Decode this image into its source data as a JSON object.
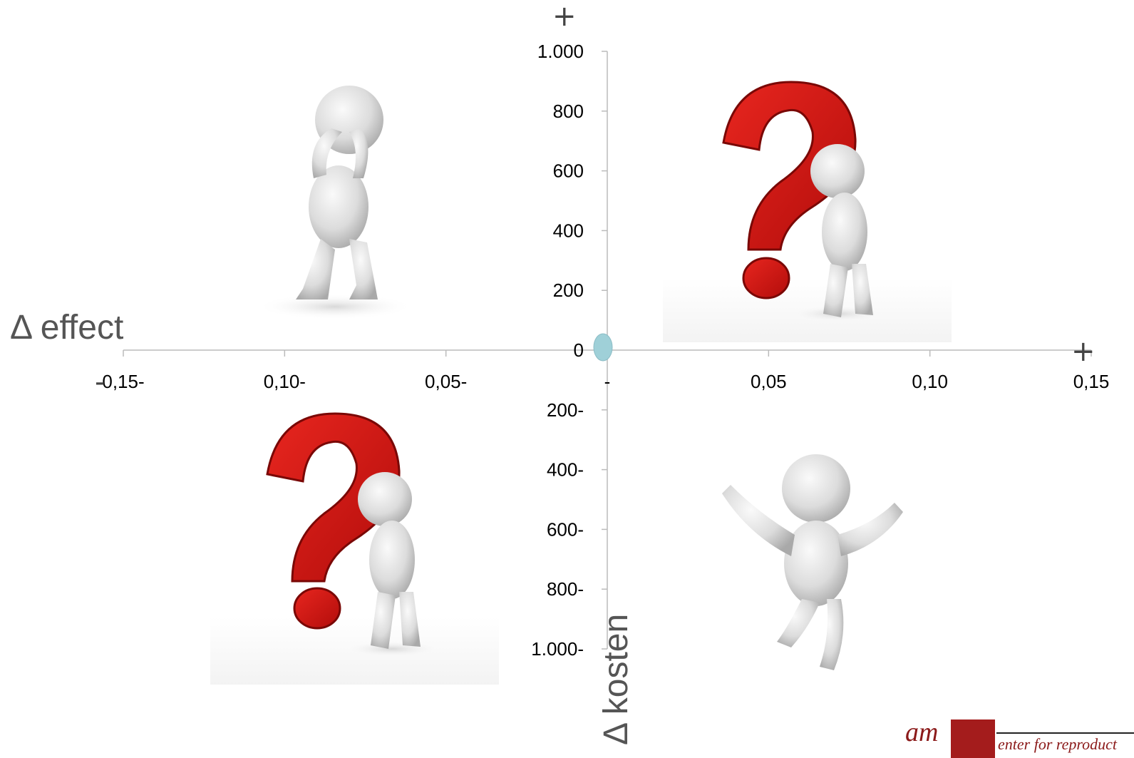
{
  "chart_data": {
    "type": "scatter",
    "xlabel": "Δ effect",
    "ylabel": "Δ kosten",
    "xlim": [
      -0.15,
      0.15
    ],
    "ylim": [
      -1000,
      1000
    ],
    "x_tick_labels": [
      "0,15-",
      "0,10-",
      "0,05-",
      "-",
      "0,05",
      "0,10",
      "0,15"
    ],
    "y_tick_labels": [
      "1.000",
      "800",
      "600",
      "400",
      "200",
      "0",
      "200-",
      "400-",
      "600-",
      "800-",
      "1.000-"
    ],
    "series": [
      {
        "values": [
          {
            "x": 0,
            "y": 0
          }
        ]
      }
    ],
    "marker_color": "#9fd0d8",
    "signs": {
      "y_positive": "+",
      "x_positive": "+",
      "x_negative": "-"
    },
    "quadrant_images": {
      "top_left": "despairing-figure-icon",
      "top_right": "question-mark-figure-icon",
      "bottom_left": "question-mark-figure-icon",
      "bottom_right": "joyful-figure-icon"
    }
  },
  "logo": {
    "text": "am",
    "subtitle": "enter for reproduct"
  }
}
